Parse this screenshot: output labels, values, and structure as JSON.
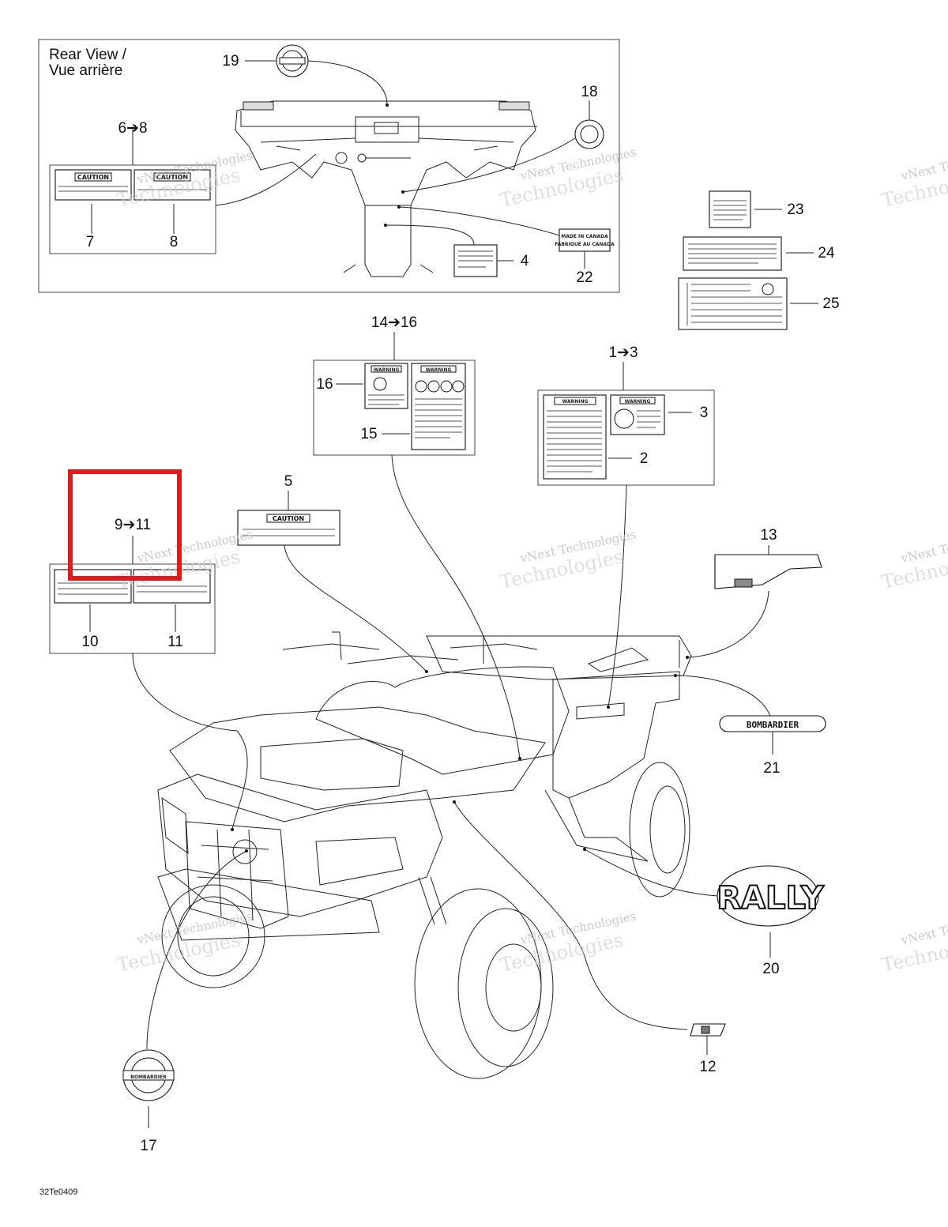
{
  "rear_view": {
    "title_line1": "Rear View /",
    "title_line2": "Vue arrière"
  },
  "callouts": {
    "c1_3": "1➔3",
    "c2": "2",
    "c3": "3",
    "c4": "4",
    "c5": "5",
    "c6_8": "6➔8",
    "c7": "7",
    "c8": "8",
    "c9_11": "9➔11",
    "c10": "10",
    "c11": "11",
    "c12": "12",
    "c13": "13",
    "c14_16": "14➔16",
    "c15": "15",
    "c16": "16",
    "c17": "17",
    "c18": "18",
    "c19": "19",
    "c20": "20",
    "c21": "21",
    "c22": "22",
    "c23": "23",
    "c24": "24",
    "c25": "25"
  },
  "labels": {
    "caution": "CAUTION",
    "warning": "WARNING",
    "made_in_canada_1": "MADE IN CANADA",
    "made_in_canada_2": "FABRIQUÉ AU CANADA",
    "bombardier": "BOMBARDIER",
    "rally": "RALLY"
  },
  "watermark": {
    "line1": "vNext Technologies",
    "line2": "Technologies"
  },
  "figure_code": "32Te0409",
  "highlight": {
    "color": "#e01b1b",
    "target": "9➔11"
  }
}
